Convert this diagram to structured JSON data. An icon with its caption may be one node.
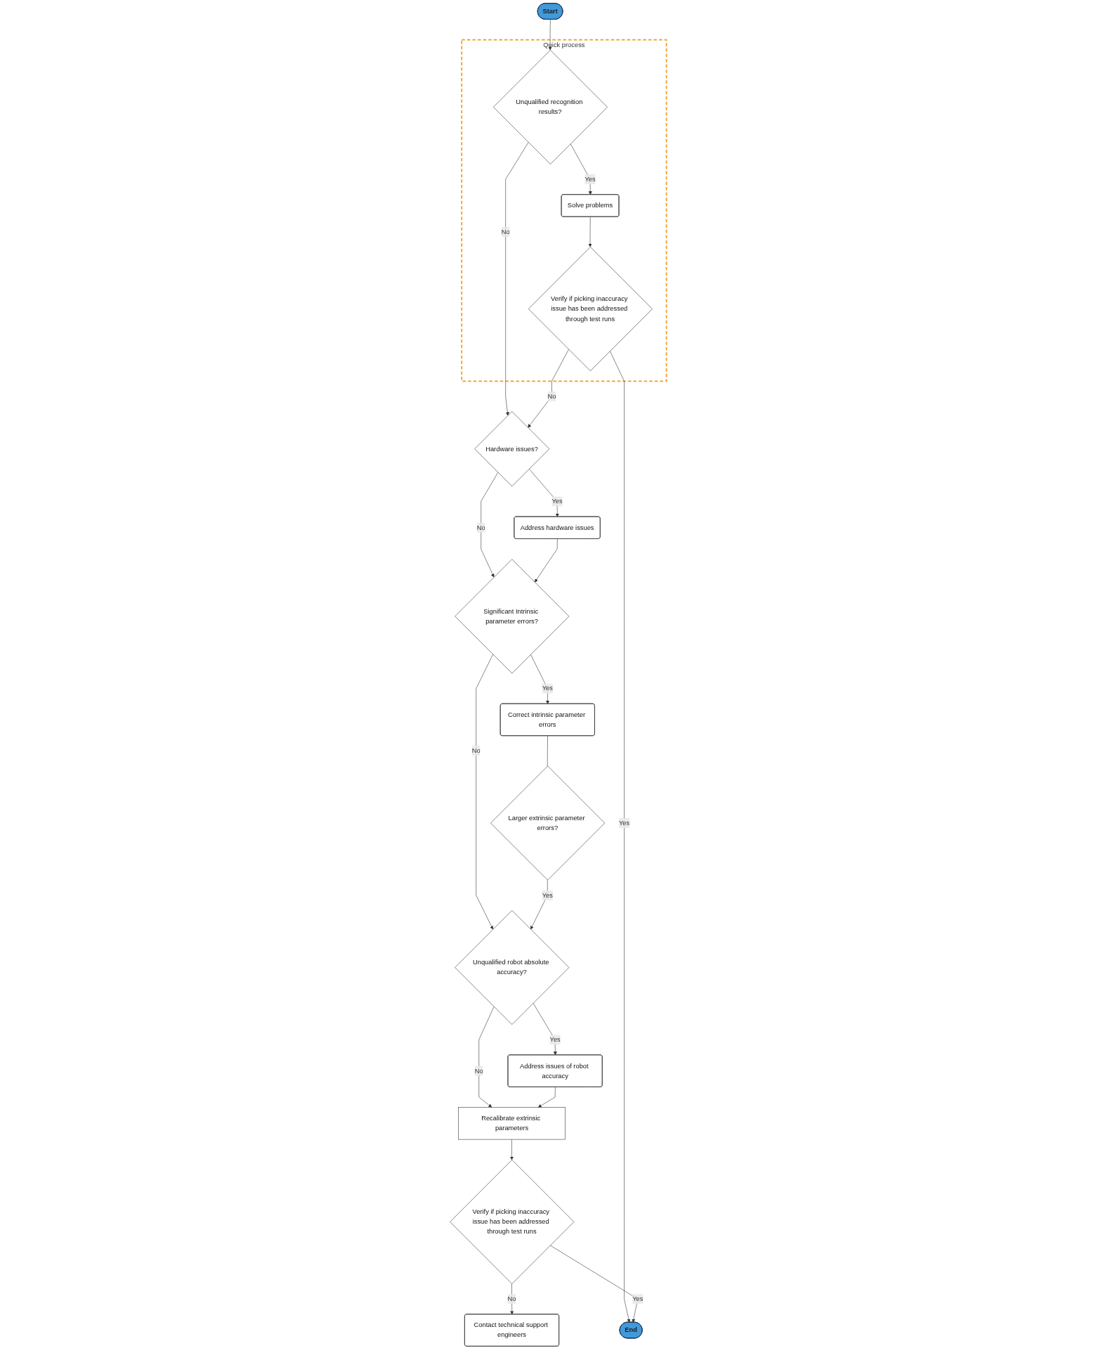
{
  "diagram": {
    "nodes": [
      {
        "text": [
          "Start"
        ]
      },
      {
        "text": [
          "Quick process"
        ]
      },
      {
        "text": [
          "Unqualified recognition results?"
        ],
        "in": 1
      },
      {
        "text": [
          "Solve problems"
        ],
        "in": 1
      },
      {
        "text": [
          "Verify if picking inaccuracy issue has been addressed through test runs"
        ],
        "in": 1
      },
      {
        "text": [
          "Hardware issues?"
        ]
      },
      {
        "text": [
          "Address hardware issues"
        ]
      },
      {
        "text": [
          "Significant Intrinsic parameter errors?"
        ]
      },
      {
        "text": [
          "Correct intrinsic parameter errors"
        ]
      },
      {
        "text": [
          "Larger extrinsic parameter errors?"
        ]
      },
      {
        "text": [
          "Unqualified robot absolute accuracy?"
        ]
      },
      {
        "text": [
          "Address issues of robot accuracy"
        ]
      },
      {
        "text": [
          "Recalibrate extrinsic parameters"
        ]
      },
      {
        "text": [
          "Verify if picking inaccuracy issue has been addressed through test runs"
        ]
      },
      {
        "text": [
          "Contact technical support engineers"
        ]
      },
      {
        "text": [
          "End"
        ]
      }
    ],
    "edges": [
      {
        "from": 0,
        "to": 2,
        "arrow": "to"
      },
      {
        "from": 2,
        "to": 3,
        "arrow": "to",
        "label": "Yes"
      },
      {
        "from": 3,
        "to": 4,
        "arrow": "to"
      },
      {
        "from": 2,
        "to": 5,
        "arrow": "to",
        "label": "No"
      },
      {
        "from": 4,
        "to": 5,
        "arrow": "to",
        "label": "No"
      },
      {
        "from": 4,
        "to": 15,
        "arrow": "to",
        "label": "Yes"
      },
      {
        "from": 5,
        "to": 6,
        "arrow": "to",
        "label": "Yes"
      },
      {
        "from": 5,
        "to": 7,
        "arrow": "to",
        "label": "No"
      },
      {
        "from": 6,
        "to": 7,
        "arrow": "to"
      },
      {
        "from": 7,
        "to": 8,
        "arrow": "to",
        "label": "Yes"
      },
      {
        "from": 7,
        "to": 10,
        "arrow": "to",
        "label": "No"
      },
      {
        "from": 8,
        "to": 9,
        "arrow": "none"
      },
      {
        "from": 9,
        "to": 10,
        "arrow": "to",
        "label": "Yes"
      },
      {
        "from": 10,
        "to": 11,
        "arrow": "to",
        "label": "Yes"
      },
      {
        "from": 10,
        "to": 12,
        "arrow": "to",
        "label": "No"
      },
      {
        "from": 11,
        "to": 12,
        "arrow": "to"
      },
      {
        "from": 12,
        "to": 13,
        "arrow": "to"
      },
      {
        "from": 13,
        "to": 14,
        "arrow": "to",
        "label": "No"
      },
      {
        "from": 13,
        "to": 15,
        "arrow": "to",
        "label": "Yes"
      }
    ]
  }
}
